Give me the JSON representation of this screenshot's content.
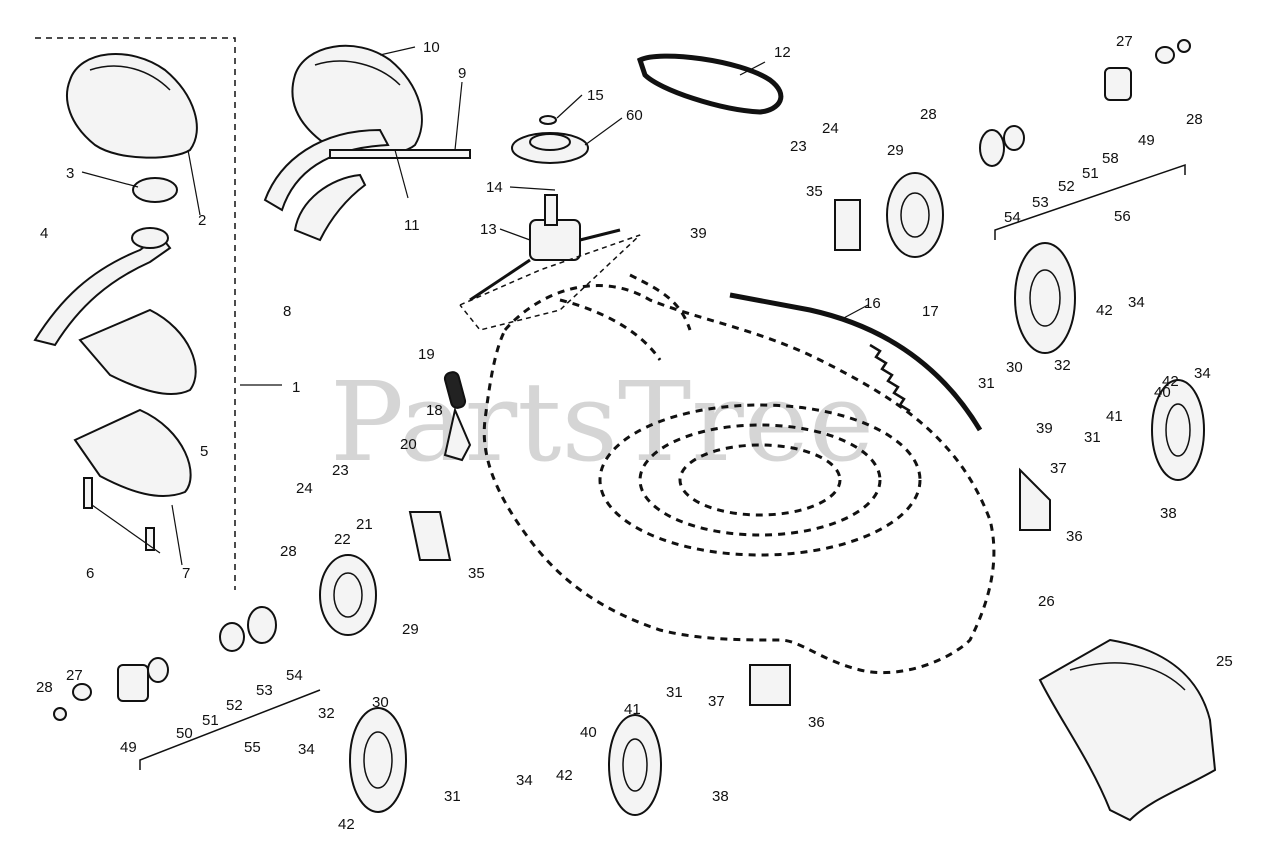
{
  "watermark": "PartsTree",
  "callouts": [
    "1",
    "2",
    "3",
    "4",
    "5",
    "6",
    "7",
    "8",
    "9",
    "10",
    "11",
    "12",
    "13",
    "14",
    "15",
    "16",
    "17",
    "18",
    "19",
    "20",
    "21",
    "22",
    "23",
    "24",
    "25",
    "26",
    "27",
    "28",
    "29",
    "30",
    "31",
    "32",
    "34",
    "35",
    "36",
    "37",
    "38",
    "39",
    "40",
    "41",
    "42",
    "49",
    "50",
    "51",
    "52",
    "53",
    "54",
    "55",
    "56",
    "58",
    "60"
  ]
}
